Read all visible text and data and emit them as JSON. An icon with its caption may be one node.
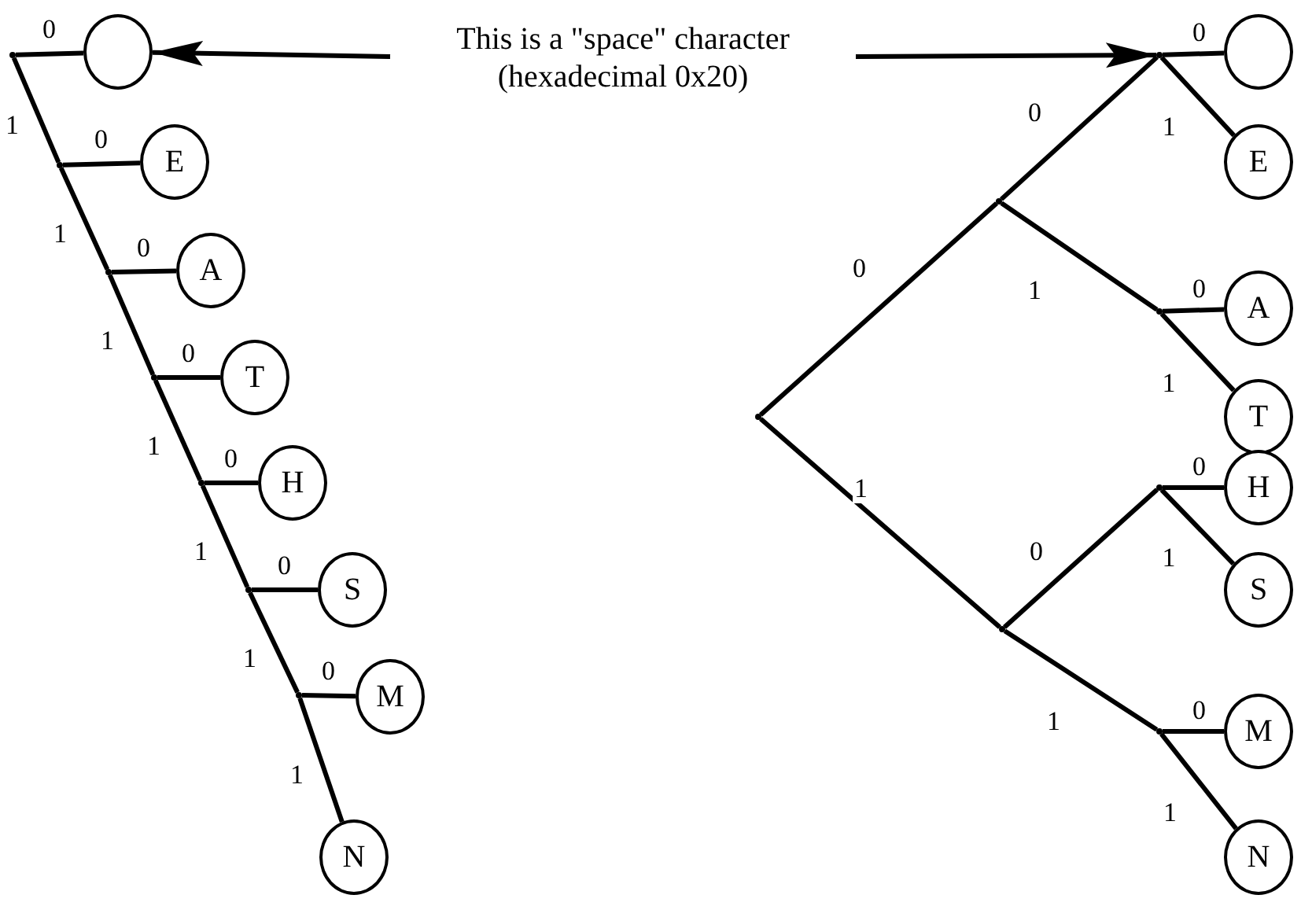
{
  "diagram": {
    "nodes": [
      {
        "text": [
          "This is a \"space\" character (hexadecimal 0x20)"
        ]
      },
      {
        "text": [],
        "shape": "point"
      },
      {
        "text": [],
        "shape": "circle"
      },
      {
        "text": [],
        "shape": "point"
      },
      {
        "text": [
          "E"
        ]
      },
      {
        "text": [],
        "shape": "point"
      },
      {
        "text": [
          "A"
        ]
      },
      {
        "text": [],
        "shape": "point"
      },
      {
        "text": [
          "T"
        ]
      },
      {
        "text": [],
        "shape": "point"
      },
      {
        "text": [
          "H"
        ]
      },
      {
        "text": [],
        "shape": "point"
      },
      {
        "text": [
          "S"
        ]
      },
      {
        "text": [],
        "shape": "point"
      },
      {
        "text": [
          "M"
        ]
      },
      {
        "text": [
          "N"
        ]
      },
      {
        "text": [],
        "shape": "point"
      },
      {
        "text": [],
        "shape": "point"
      },
      {
        "text": [],
        "shape": "point"
      },
      {
        "text": [],
        "shape": "circle"
      },
      {
        "text": [
          "E"
        ]
      },
      {
        "text": [],
        "shape": "point"
      },
      {
        "text": [
          "A"
        ]
      },
      {
        "text": [
          "T"
        ]
      },
      {
        "text": [],
        "shape": "point"
      },
      {
        "text": [],
        "shape": "point"
      },
      {
        "text": [
          "H"
        ]
      },
      {
        "text": [
          "S"
        ]
      },
      {
        "text": [],
        "shape": "point"
      },
      {
        "text": [
          "M"
        ]
      },
      {
        "text": [
          "N"
        ]
      }
    ],
    "edges": [
      {
        "from": 0,
        "to": 2,
        "arrow": "to"
      },
      {
        "from": 0,
        "to": 18,
        "arrow": "to"
      },
      {
        "from": 1,
        "to": 2,
        "arrow": "none",
        "label": "0"
      },
      {
        "from": 1,
        "to": 3,
        "arrow": "none",
        "label": "1"
      },
      {
        "from": 3,
        "to": 4,
        "arrow": "none",
        "label": "0"
      },
      {
        "from": 3,
        "to": 5,
        "arrow": "none",
        "label": "1"
      },
      {
        "from": 5,
        "to": 6,
        "arrow": "none",
        "label": "0"
      },
      {
        "from": 5,
        "to": 7,
        "arrow": "none",
        "label": "1"
      },
      {
        "from": 7,
        "to": 8,
        "arrow": "none",
        "label": "0"
      },
      {
        "from": 7,
        "to": 9,
        "arrow": "none",
        "label": "1"
      },
      {
        "from": 9,
        "to": 10,
        "arrow": "none",
        "label": "0"
      },
      {
        "from": 9,
        "to": 11,
        "arrow": "none",
        "label": "1"
      },
      {
        "from": 11,
        "to": 12,
        "arrow": "none",
        "label": "0"
      },
      {
        "from": 11,
        "to": 13,
        "arrow": "none",
        "label": "1"
      },
      {
        "from": 13,
        "to": 14,
        "arrow": "none",
        "label": "0"
      },
      {
        "from": 13,
        "to": 15,
        "arrow": "none",
        "label": "1"
      },
      {
        "from": 16,
        "to": 17,
        "arrow": "none",
        "label": "0"
      },
      {
        "from": 17,
        "to": 18,
        "arrow": "none",
        "label": "0"
      },
      {
        "from": 18,
        "to": 19,
        "arrow": "none",
        "label": "0"
      },
      {
        "from": 18,
        "to": 20,
        "arrow": "none",
        "label": "1"
      },
      {
        "from": 17,
        "to": 21,
        "arrow": "none",
        "label": "1"
      },
      {
        "from": 21,
        "to": 22,
        "arrow": "none",
        "label": "0"
      },
      {
        "from": 21,
        "to": 23,
        "arrow": "none",
        "label": "1"
      },
      {
        "from": 16,
        "to": 24,
        "arrow": "none",
        "label": "1"
      },
      {
        "from": 24,
        "to": 25,
        "arrow": "none",
        "label": "0"
      },
      {
        "from": 25,
        "to": 26,
        "arrow": "none",
        "label": "0"
      },
      {
        "from": 25,
        "to": 27,
        "arrow": "none",
        "label": "1"
      },
      {
        "from": 24,
        "to": 28,
        "arrow": "none",
        "label": "1"
      },
      {
        "from": 28,
        "to": 29,
        "arrow": "none",
        "label": "0"
      },
      {
        "from": 28,
        "to": 30,
        "arrow": "none",
        "label": "1"
      }
    ]
  }
}
